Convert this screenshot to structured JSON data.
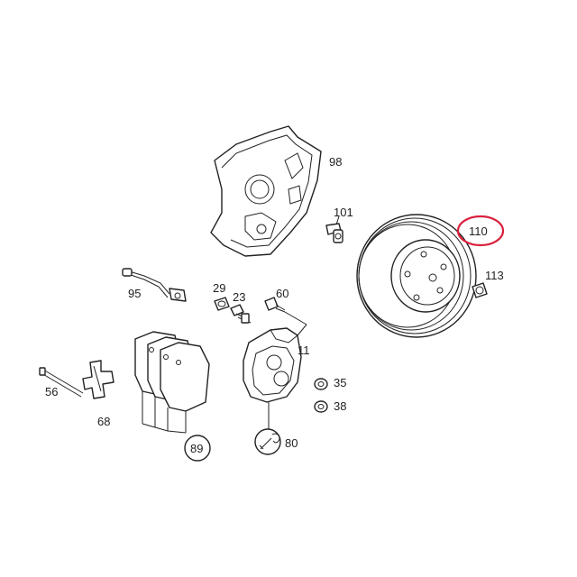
{
  "diagram": {
    "labels": {
      "p98": "98",
      "p101": "101",
      "p110": "110",
      "p113": "113",
      "p95": "95",
      "p29": "29",
      "p23": "23",
      "p60": "60",
      "p11": "11",
      "p35": "35",
      "p38": "38",
      "p56": "56",
      "p68": "68",
      "p89": "89",
      "p80": "80"
    },
    "colors": {
      "line": "#222222",
      "highlight": "#d9223c",
      "background": "#ffffff"
    },
    "highlighted_part": "110"
  }
}
